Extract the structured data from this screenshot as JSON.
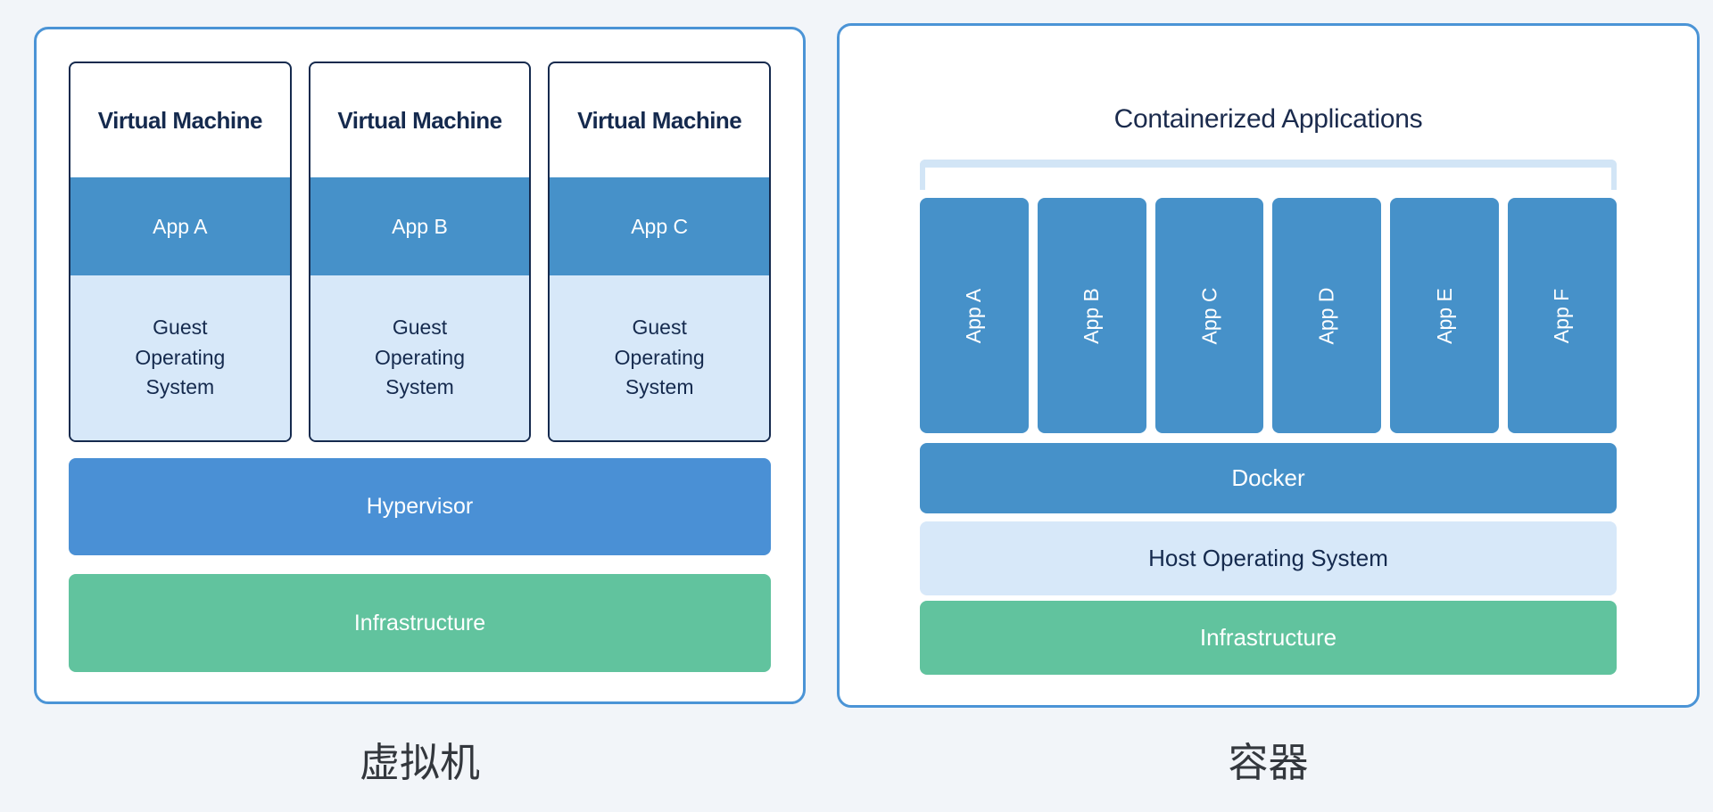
{
  "left_panel": {
    "vm_cards": [
      {
        "title": "Virtual Machine",
        "app": "App A",
        "guest_os": "Guest Operating System"
      },
      {
        "title": "Virtual Machine",
        "app": "App B",
        "guest_os": "Guest Operating System"
      },
      {
        "title": "Virtual Machine",
        "app": "App C",
        "guest_os": "Guest Operating System"
      }
    ],
    "hypervisor_label": "Hypervisor",
    "infrastructure_label": "Infrastructure",
    "caption": "虚拟机"
  },
  "right_panel": {
    "title": "Containerized Applications",
    "apps": [
      "App A",
      "App B",
      "App C",
      "App D",
      "App E",
      "App F"
    ],
    "docker_label": "Docker",
    "host_os_label": "Host Operating System",
    "infrastructure_label": "Infrastructure",
    "caption": "容器"
  },
  "colors": {
    "page_background": "#f2f5f9",
    "panel_border": "#4b94d6",
    "block_blue": "#4691c9",
    "hypervisor_blue": "#4a90d5",
    "light_blue": "#d7e8f9",
    "bracket_blue": "#d2e5f6",
    "green": "#61c39e",
    "navy_text": "#152a4e",
    "caption_text": "#33373d"
  }
}
